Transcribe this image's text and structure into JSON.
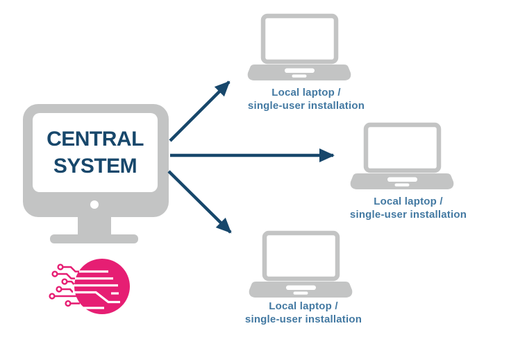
{
  "colors": {
    "icon_gray": "#c3c4c4",
    "navy": "#17476b",
    "label_blue": "#4379a2",
    "logo_pink": "#e61e73"
  },
  "central_system": {
    "line1": "CENTRAL",
    "line2": "SYSTEM"
  },
  "laptops": [
    {
      "position": "top",
      "line1": "Local laptop /",
      "line2": "single-user installation"
    },
    {
      "position": "right",
      "line1": "Local laptop /",
      "line2": "single-user installation"
    },
    {
      "position": "bottom",
      "line1": "Local laptop /",
      "line2": "single-user installation"
    }
  ],
  "logo": {
    "icon": "circuit-circle-logo"
  }
}
